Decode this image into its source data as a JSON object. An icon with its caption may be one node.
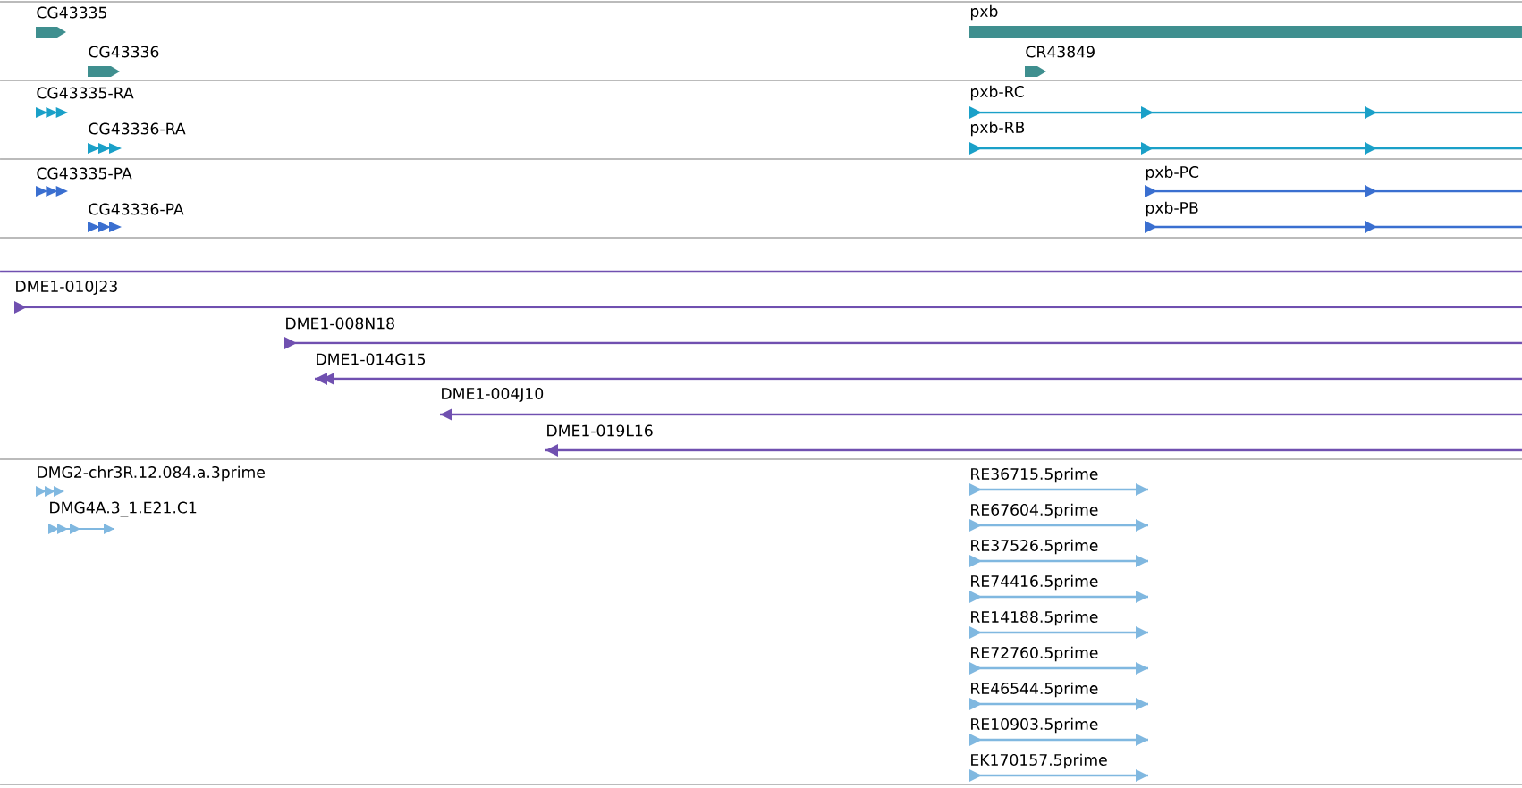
{
  "diagram": {
    "nodes": [
      {
        "text": [
          "CG43335"
        ]
      },
      {
        "text": [
          "CG43336"
        ]
      },
      {
        "text": [
          "pxb"
        ]
      },
      {
        "text": [
          "CR43849"
        ]
      },
      {
        "text": [
          "CG43335-RA"
        ]
      },
      {
        "text": [
          "CG43336-RA"
        ]
      },
      {
        "text": [
          "pxb-RC"
        ]
      },
      {
        "text": [
          "pxb-RB"
        ]
      },
      {
        "text": [
          "CG43335-PA"
        ]
      },
      {
        "text": [
          "CG43336-PA"
        ]
      },
      {
        "text": [
          "pxb-PC"
        ]
      },
      {
        "text": [
          "pxb-PB"
        ]
      },
      {
        "text": [
          "DME1-010J23"
        ]
      },
      {
        "text": [
          "DME1-008N18"
        ]
      },
      {
        "text": [
          "DME1-014G15"
        ]
      },
      {
        "text": [
          "DME1-004J10"
        ]
      },
      {
        "text": [
          "DME1-019L16"
        ]
      },
      {
        "text": [
          "DMG2-chr3R.12.084.a.3prime"
        ]
      },
      {
        "text": [
          "DMG4A.3_1.E21.C1"
        ]
      },
      {
        "text": [
          "RE36715.5prime"
        ]
      },
      {
        "text": [
          "RE67604.5prime"
        ]
      },
      {
        "text": [
          "RE37526.5prime"
        ]
      },
      {
        "text": [
          "RE74416.5prime"
        ]
      },
      {
        "text": [
          "RE14188.5prime"
        ]
      },
      {
        "text": [
          "RE72760.5prime"
        ]
      },
      {
        "text": [
          "RE46544.5prime"
        ]
      },
      {
        "text": [
          "RE10903.5prime"
        ]
      },
      {
        "text": [
          "EK170157.5prime"
        ]
      }
    ]
  }
}
